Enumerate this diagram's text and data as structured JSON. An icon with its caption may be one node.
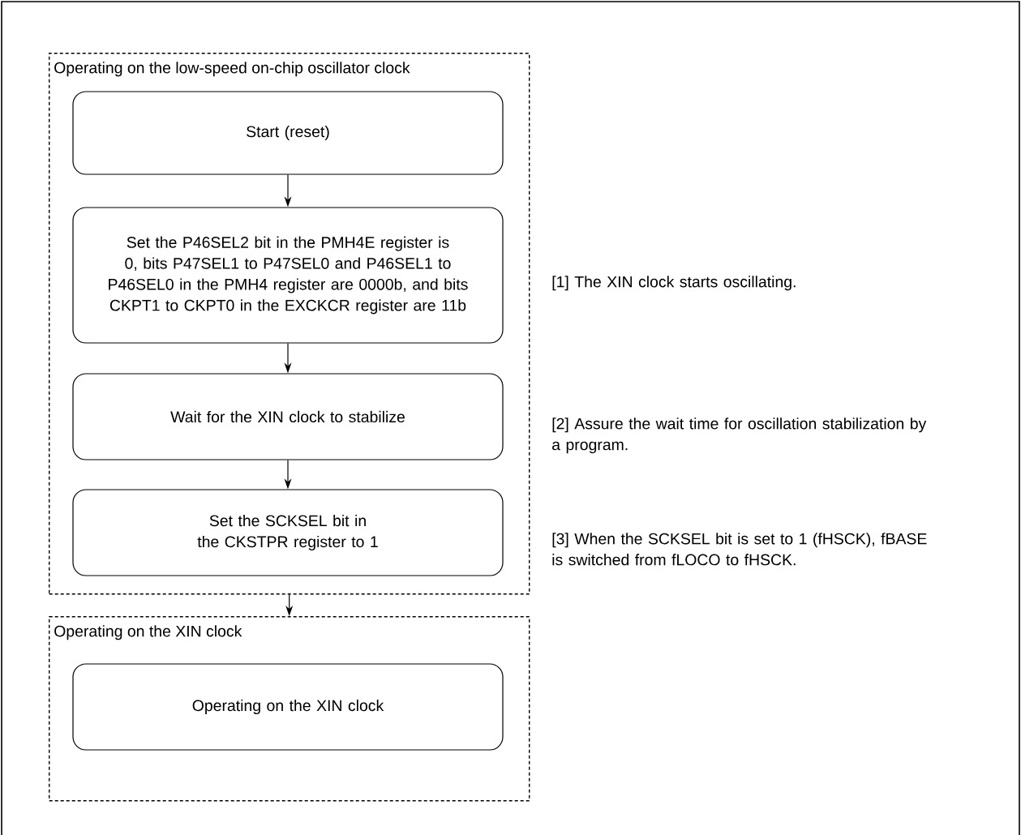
{
  "diagram": {
    "nodes": [
      {
        "text": [
          "Operating on the low-speed on-chip oscillator clock"
        ]
      },
      {
        "text": [
          "Start (reset)"
        ],
        "in": 0
      },
      {
        "text": [
          "Set the P46SEL2 bit in the PMH4E register is 0, bits P47SEL1 to P47SEL0 and P46SEL1 to P46SEL0 in the PMH4 register are 0000b, and bits CKPT1 to CKPT0 in the EXCKCR register are 11b"
        ],
        "in": 0
      },
      {
        "text": [
          "Wait for the XIN clock to stabilize"
        ],
        "in": 0
      },
      {
        "text": [
          "Set the SCKSEL bit in the CKSTPR register to 1"
        ],
        "in": 0
      },
      {
        "text": [
          "Operating on the XIN clock"
        ]
      },
      {
        "text": [
          "Operating on the XIN clock"
        ],
        "in": 5
      }
    ],
    "edges": [
      {
        "from": 1,
        "to": 2,
        "arrow": "to"
      },
      {
        "from": 2,
        "to": 3,
        "arrow": "to"
      },
      {
        "from": 3,
        "to": 4,
        "arrow": "to"
      },
      {
        "from": 0,
        "to": 5,
        "arrow": "to"
      }
    ],
    "labels": [
      "[1] The XIN clock starts oscillating.",
      "[2] Assure the wait time for oscillation stabilization by a program.",
      "[3] When the SCKSEL bit is set to 1 (fHSCK), fBASE is switched from fLOCO to fHSCK."
    ]
  }
}
